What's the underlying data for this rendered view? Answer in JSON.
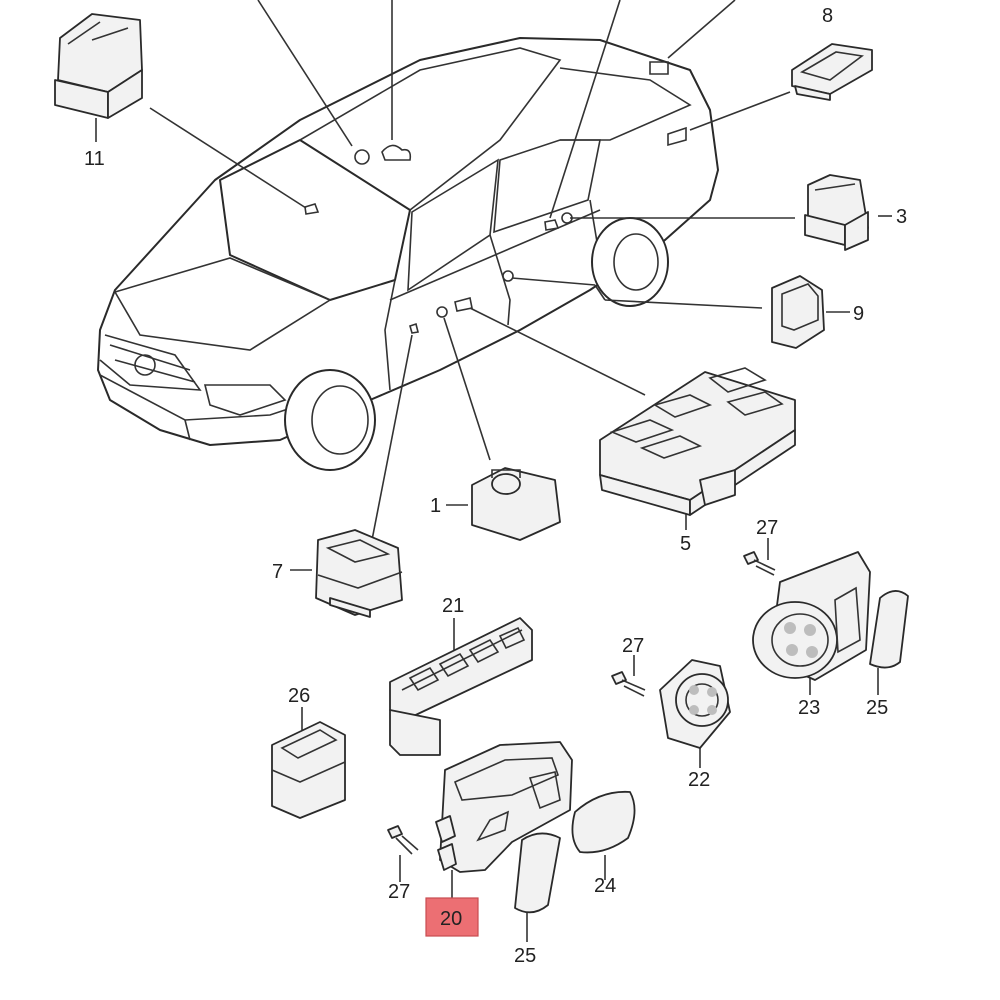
{
  "labels": {
    "l1": "1",
    "l3": "3",
    "l5": "5",
    "l7": "7",
    "l8": "8",
    "l9": "9",
    "l11": "11",
    "l20": "20",
    "l21": "21",
    "l22": "22",
    "l23": "23",
    "l24": "24",
    "l25a": "25",
    "l25b": "25",
    "l26": "26",
    "l27a": "27",
    "l27b": "27",
    "l27c": "27"
  },
  "highlight": {
    "label": "20",
    "color": "#ec6f73"
  },
  "colors": {
    "line": "#2a2a2a",
    "part_fill": "#f2f2f2",
    "background": "#ffffff"
  }
}
